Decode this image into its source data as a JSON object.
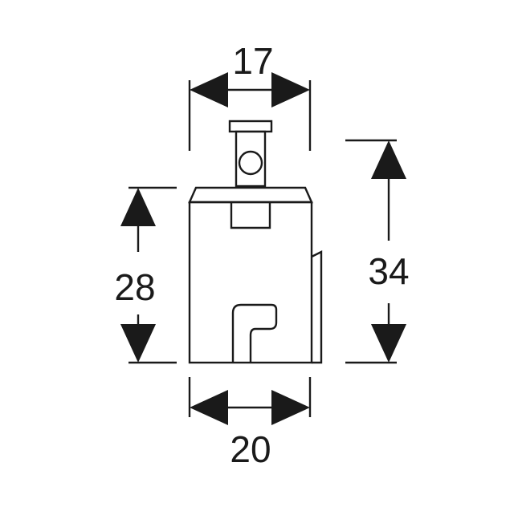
{
  "diagram": {
    "dimensions": {
      "top_width": "17",
      "bottom_width": "20",
      "left_height": "28",
      "right_height": "34"
    },
    "colors": {
      "line": "#1a1a1a",
      "background": "#ffffff"
    }
  }
}
